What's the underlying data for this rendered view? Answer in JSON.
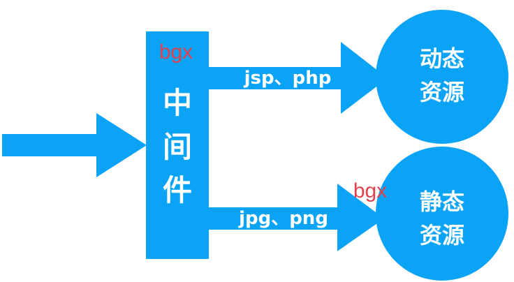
{
  "middleware": {
    "label_chars": [
      "中",
      "间",
      "件"
    ],
    "watermark": "bgx"
  },
  "dynamic": {
    "edge_label": "jsp、php",
    "node_lines": [
      "动态",
      "资源"
    ]
  },
  "static": {
    "edge_label": "jpg、png",
    "node_lines": [
      "静态",
      "资源"
    ],
    "watermark": "bgx"
  },
  "colors": {
    "primary": "#0aa3f5",
    "text_on_primary": "#ffffff",
    "watermark": "#e0424e"
  }
}
